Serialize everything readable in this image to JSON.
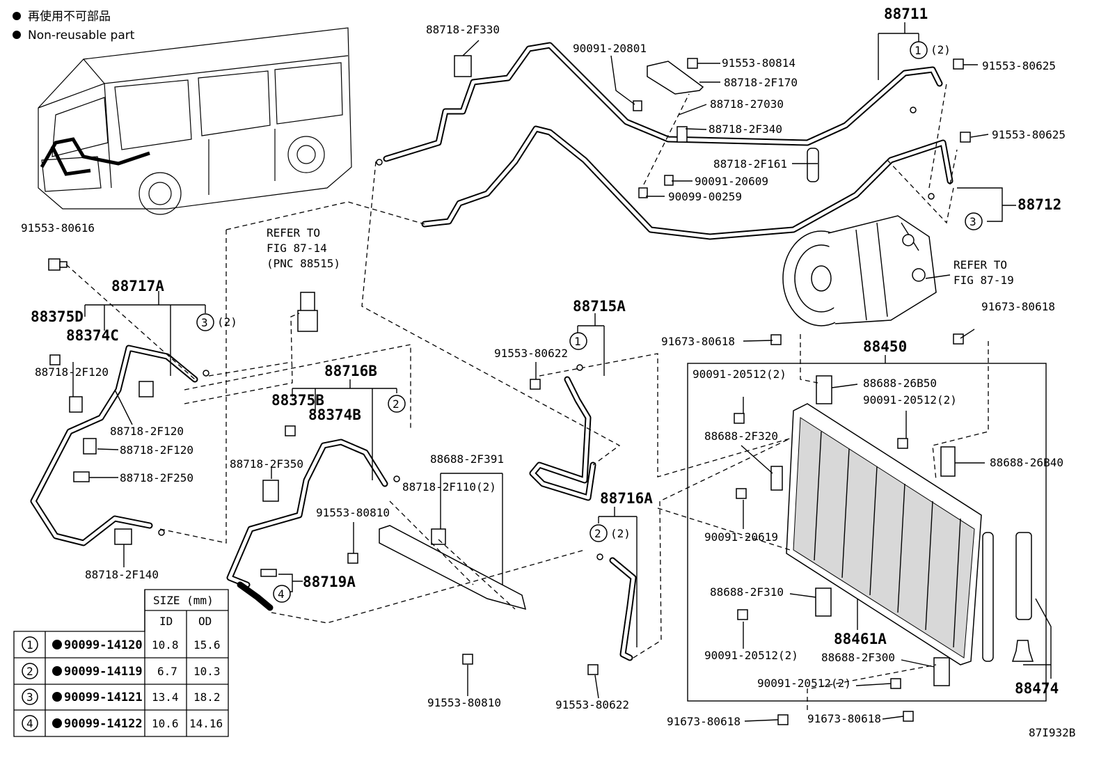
{
  "legend": {
    "line1": "再使用不可部品",
    "line2": "Non-reusable part"
  },
  "refs": {
    "ref1": [
      "REFER TO",
      "FIG 87-14",
      "(PNC 88515)"
    ],
    "ref2": [
      "REFER TO",
      "FIG 87-19"
    ]
  },
  "big_labels": {
    "p88711": "88711",
    "p88712": "88712",
    "p88717A": "88717A",
    "p88375D": "88375D",
    "p88374C": "88374C",
    "p88716B": "88716B",
    "p88375B": "88375B",
    "p88374B": "88374B",
    "p88715A": "88715A",
    "p88450": "88450",
    "p88716A": "88716A",
    "p88719A": "88719A",
    "p88461A": "88461A",
    "p88474": "88474"
  },
  "labels": {
    "l01": "88718-2F330",
    "l02": "90091-20801",
    "l03": "91553-80814",
    "l04": "88718-2F170",
    "l05": "88718-27030",
    "l06": "88718-2F340",
    "l07": "91553-80625",
    "l08": "91553-80625",
    "l09": "88718-2F161",
    "l10": "90091-20609",
    "l11": "90099-00259",
    "l12": "91553-80616",
    "l13": "88718-2F120",
    "l14": "88718-2F120",
    "l15": "88718-2F120",
    "l16": "88718-2F250",
    "l17": "88718-2F140",
    "l18": "88718-2F350",
    "l19": "91553-80810",
    "l20": "88688-2F391",
    "l21": "88718-2F110(2)",
    "l22": "91553-80810",
    "l23": "91553-80622",
    "l24": "91553-80622",
    "l25": "91673-80618",
    "l26": "91673-80618",
    "l27": "90091-20512(2)",
    "l28": "88688-26B50",
    "l29": "90091-20512(2)",
    "l30": "88688-2F320",
    "l31": "88688-26B40",
    "l32": "90091-20619",
    "l33": "88688-2F310",
    "l34": "90091-20512(2)",
    "l35": "88688-2F300",
    "l36": "90091-20512(2)",
    "l37": "91673-80618",
    "l38": "91673-80618",
    "q1": "(2)",
    "q2": "(2)",
    "q3": "(2)",
    "code": "87I932B"
  },
  "callouts": {
    "c1a": "1",
    "c3a": "3",
    "c3b": "3",
    "c2a": "2",
    "c1b": "1",
    "c2b": "2",
    "c4a": "4"
  },
  "size_table": {
    "header_size": "SIZE (mm)",
    "header_id": "ID",
    "header_od": "OD",
    "rows": [
      {
        "no": "1",
        "part": "90099-14120",
        "id": "10.8",
        "od": "15.6"
      },
      {
        "no": "2",
        "part": "90099-14119",
        "id": "6.7",
        "od": "10.3"
      },
      {
        "no": "3",
        "part": "90099-14121",
        "id": "13.4",
        "od": "18.2"
      },
      {
        "no": "4",
        "part": "90099-14122",
        "id": "10.6",
        "od": "14.16"
      }
    ]
  }
}
